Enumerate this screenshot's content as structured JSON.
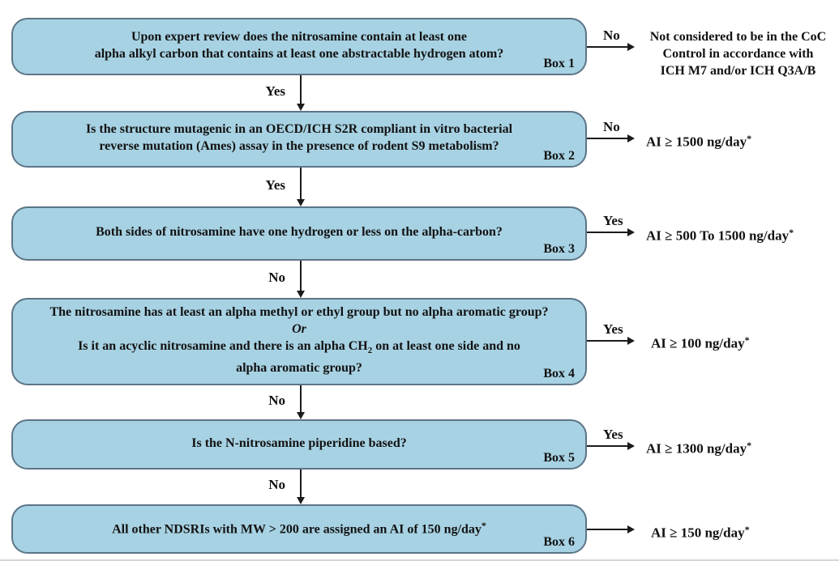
{
  "diagram": {
    "type": "flowchart",
    "topic": "Nitrosamine (NDSRI) acceptable intake decision tree",
    "colors": {
      "box_fill": "#a7d2e3",
      "box_border": "#5c7587",
      "line": "#1b1b1b",
      "text": "#121212"
    },
    "boxes": [
      {
        "label": "Box 1",
        "line1": "Upon expert review does the nitrosamine contain at least one",
        "line2": "alpha alkyl carbon that contains at least one abstractable hydrogen atom?"
      },
      {
        "label": "Box 2",
        "line1": "Is the structure mutagenic in an OECD/ICH S2R compliant in vitro bacterial",
        "line2": "reverse mutation (Ames) assay in the presence of rodent S9 metabolism?"
      },
      {
        "label": "Box 3",
        "line1": "Both sides of nitrosamine have one hydrogen or less on the alpha-carbon?"
      },
      {
        "label": "Box 4",
        "line1": "The nitrosamine has at least an alpha methyl or ethyl group but no alpha aromatic group?",
        "line2": "Or",
        "line3_pre": "Is it an acyclic nitrosamine and there is an alpha CH",
        "line3_sub": "2",
        "line3_post": " on at least one side and no",
        "line4": "alpha aromatic group?"
      },
      {
        "label": "Box 5",
        "line1": "Is the N-nitrosamine piperidine based?"
      },
      {
        "label": "Box 6",
        "line1_pre": "All other NDSRIs with MW > 200 are assigned an AI of 150 ng/day",
        "line1_sup": "*"
      }
    ],
    "down_arrows": [
      {
        "label": "Yes"
      },
      {
        "label": "Yes"
      },
      {
        "label": "No"
      },
      {
        "label": "No"
      },
      {
        "label": "No"
      }
    ],
    "branches": [
      {
        "label": "No",
        "result_line1": "Not considered to be in the CoC",
        "result_line2": "Control in accordance with",
        "result_line3": "ICH M7 and/or ICH Q3A/B"
      },
      {
        "label": "No",
        "result": "AI ≥ 1500 ng/day",
        "result_sup": "*"
      },
      {
        "label": "Yes",
        "result": "AI ≥ 500 To 1500 ng/day",
        "result_sup": "*"
      },
      {
        "label": "Yes",
        "result": "AI ≥ 100 ng/day",
        "result_sup": "*"
      },
      {
        "label": "Yes",
        "result": "AI ≥ 1300 ng/day",
        "result_sup": "*"
      },
      {
        "result": "AI ≥ 150 ng/day",
        "result_sup": "*"
      }
    ]
  }
}
